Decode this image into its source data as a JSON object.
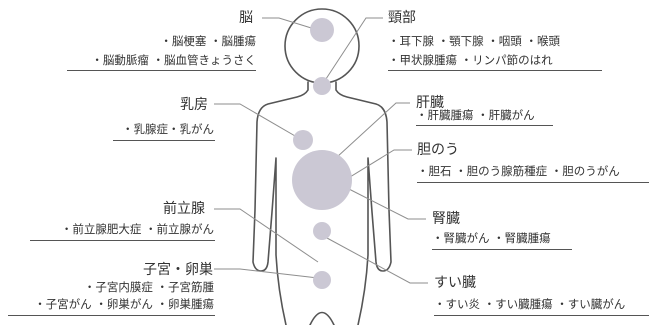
{
  "colors": {
    "line": "#8e8e8e",
    "body_outline": "#555555",
    "organ_fill": "#cbc8d4",
    "text": "#333333"
  },
  "organs": [
    {
      "id": "brain",
      "title": "脳",
      "diseases": [
        "・脳梗塞 ・脳腫瘍",
        "・脳動脈瘤 ・脳血管きょうさく"
      ]
    },
    {
      "id": "neck",
      "title": "頸部",
      "diseases": [
        "・耳下腺 ・顎下腺 ・咽頭 ・喉頭",
        "・甲状腺腫瘍 ・リンパ節のはれ"
      ]
    },
    {
      "id": "breast",
      "title": "乳房",
      "diseases": [
        "・乳腺症・乳がん"
      ]
    },
    {
      "id": "liver",
      "title": "肝臓",
      "diseases": [
        "・肝臓腫瘍 ・肝臓がん"
      ]
    },
    {
      "id": "gallbladder",
      "title": "胆のう",
      "diseases": [
        "・胆石 ・胆のう腺筋種症 ・胆のうがん"
      ]
    },
    {
      "id": "prostate",
      "title": "前立腺",
      "diseases": [
        "・前立腺肥大症 ・前立腺がん"
      ]
    },
    {
      "id": "kidney",
      "title": "腎臓",
      "diseases": [
        "・腎臓がん ・腎臓腫瘍"
      ]
    },
    {
      "id": "uterus",
      "title": "子宮・卵巣",
      "diseases": [
        "・子宮内膜症 ・子宮筋腫",
        "・子宮がん ・卵巣がん ・卵巣腫瘍"
      ]
    },
    {
      "id": "pancreas",
      "title": "すい臓",
      "diseases": [
        "・すい炎 ・すい臓腫瘍 ・すい臓がん"
      ]
    }
  ]
}
